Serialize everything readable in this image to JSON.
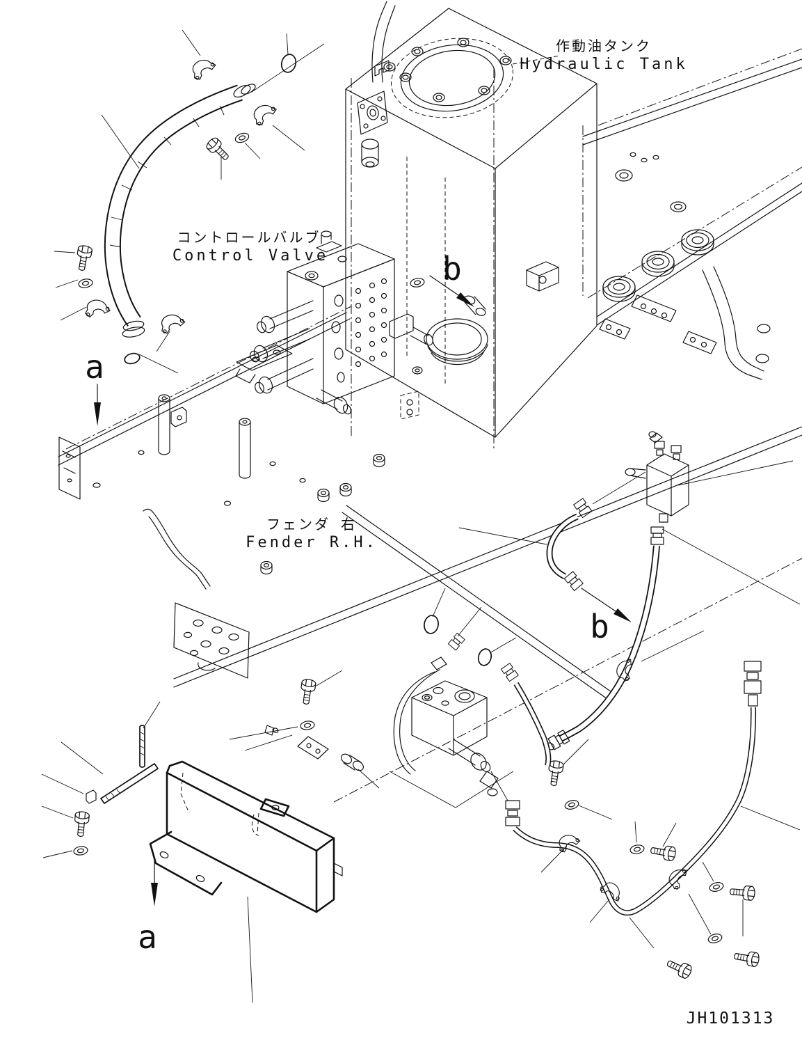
{
  "colors": {
    "line": "#111111",
    "background": "#ffffff"
  },
  "labels": {
    "hydraulic_tank": {
      "jp": "作動油タンク",
      "en": "Hydraulic Tank"
    },
    "control_valve": {
      "jp": "コントロールバルブ",
      "en": "Control Valve"
    },
    "fender_rh": {
      "jp": "フェンダ 右",
      "en": "Fender R.H."
    }
  },
  "callouts": {
    "a_top": "a",
    "a_bottom": "a",
    "b_tank": "b",
    "b_hose": "b"
  },
  "drawing_number": "JH101313"
}
